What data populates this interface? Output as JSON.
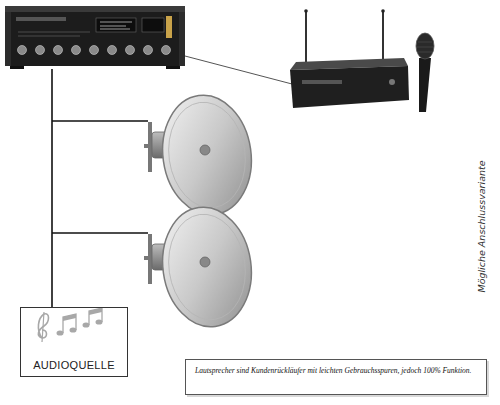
{
  "diagram": {
    "nodes": [
      {
        "text": [
          "AUDIOQUELLE"
        ]
      },
      {
        "text": [
          "Lautsprecher sind Kundenrückläufer mit leichten Gebrauchsspuren, jedoch 100% Funktion."
        ]
      }
    ],
    "labels": [
      "Mögliche Anschlussvariante"
    ]
  }
}
